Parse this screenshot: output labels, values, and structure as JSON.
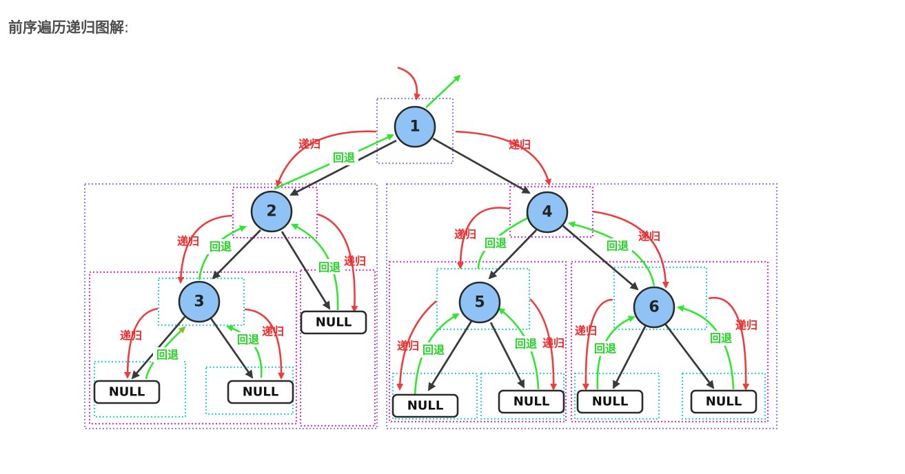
{
  "heading": {
    "text": "前序遍历递归图解",
    "colon": ":"
  },
  "labels": {
    "recurse": "递归",
    "backtrack": "回退",
    "null": "NULL"
  },
  "colors": {
    "recurse": "#ef3b3b",
    "backtrack": "#2ee82e",
    "node_fill": "#8fc3f5",
    "edge": "#3a3a3a",
    "box_outer": "#8f86e8",
    "box_mid": "#d63ad6",
    "box_node": "#2fd3e0"
  },
  "nodes": [
    {
      "id": "1",
      "label": "1"
    },
    {
      "id": "2",
      "label": "2"
    },
    {
      "id": "3",
      "label": "3"
    },
    {
      "id": "4",
      "label": "4"
    },
    {
      "id": "5",
      "label": "5"
    },
    {
      "id": "6",
      "label": "6"
    }
  ],
  "edges": [
    {
      "from": "1",
      "to": "2"
    },
    {
      "from": "1",
      "to": "4"
    },
    {
      "from": "2",
      "to": "3"
    },
    {
      "from": "2",
      "to": "null"
    },
    {
      "from": "3",
      "to": "null"
    },
    {
      "from": "3",
      "to": "null"
    },
    {
      "from": "4",
      "to": "5"
    },
    {
      "from": "4",
      "to": "6"
    },
    {
      "from": "5",
      "to": "null"
    },
    {
      "from": "5",
      "to": "null"
    },
    {
      "from": "6",
      "to": "null"
    },
    {
      "from": "6",
      "to": "null"
    }
  ]
}
